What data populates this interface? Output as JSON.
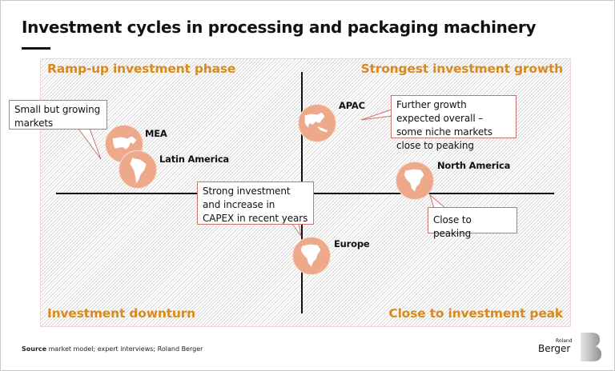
{
  "title": "Investment cycles in processing and packaging machinery",
  "quadrants": {
    "top_left": "Ramp-up investment phase",
    "top_right": "Strongest investment growth",
    "bottom_left": "Investment downturn",
    "bottom_right": "Close to investment peak"
  },
  "regions": [
    {
      "id": "mea",
      "label": "MEA",
      "icon": "middle-east-africa-map-icon"
    },
    {
      "id": "latin-america",
      "label": "Latin America",
      "icon": "south-america-map-icon"
    },
    {
      "id": "apac",
      "label": "APAC",
      "icon": "asia-pacific-map-icon"
    },
    {
      "id": "north-america",
      "label": "North America",
      "icon": "north-america-map-icon"
    },
    {
      "id": "europe",
      "label": "Europe",
      "icon": "europe-map-icon"
    }
  ],
  "callouts": {
    "small_growing": "Small but growing markets",
    "apac_growth": "Further growth expected overall – some niche markets close to peaking",
    "europe_strong": "Strong investment and increase in CAPEX in recent years",
    "na_peaking": "Close to peaking"
  },
  "colors": {
    "quadrant_label": "#d98a1f",
    "circle_fill": "#eea98a",
    "callout_border": "#c9756a"
  },
  "source": {
    "label": "Source",
    "text": "market model; expert interviews; Roland Berger"
  },
  "logo": {
    "top": "Roland",
    "bottom": "Berger"
  }
}
